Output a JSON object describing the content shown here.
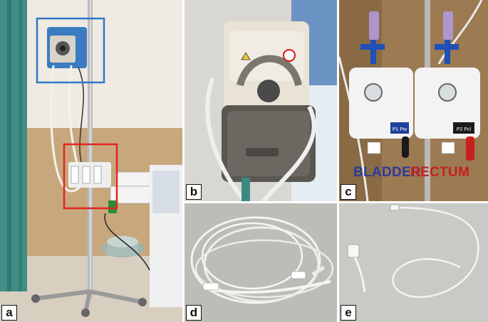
{
  "panels": [
    {
      "label": "a"
    },
    {
      "label": "b"
    },
    {
      "label": "c"
    },
    {
      "label": "d"
    },
    {
      "label": "e"
    }
  ],
  "annotations": {
    "bladder": "BLADDER",
    "rectum": "RECTUM",
    "bladder_color": "#2b3a9a",
    "rectum_color": "#c8201c",
    "pump_box_color": "#2e78c7",
    "transducer_box_color": "#e0261f"
  },
  "transducer_tags": [
    "P1 Pw",
    "P2 Pcl"
  ]
}
